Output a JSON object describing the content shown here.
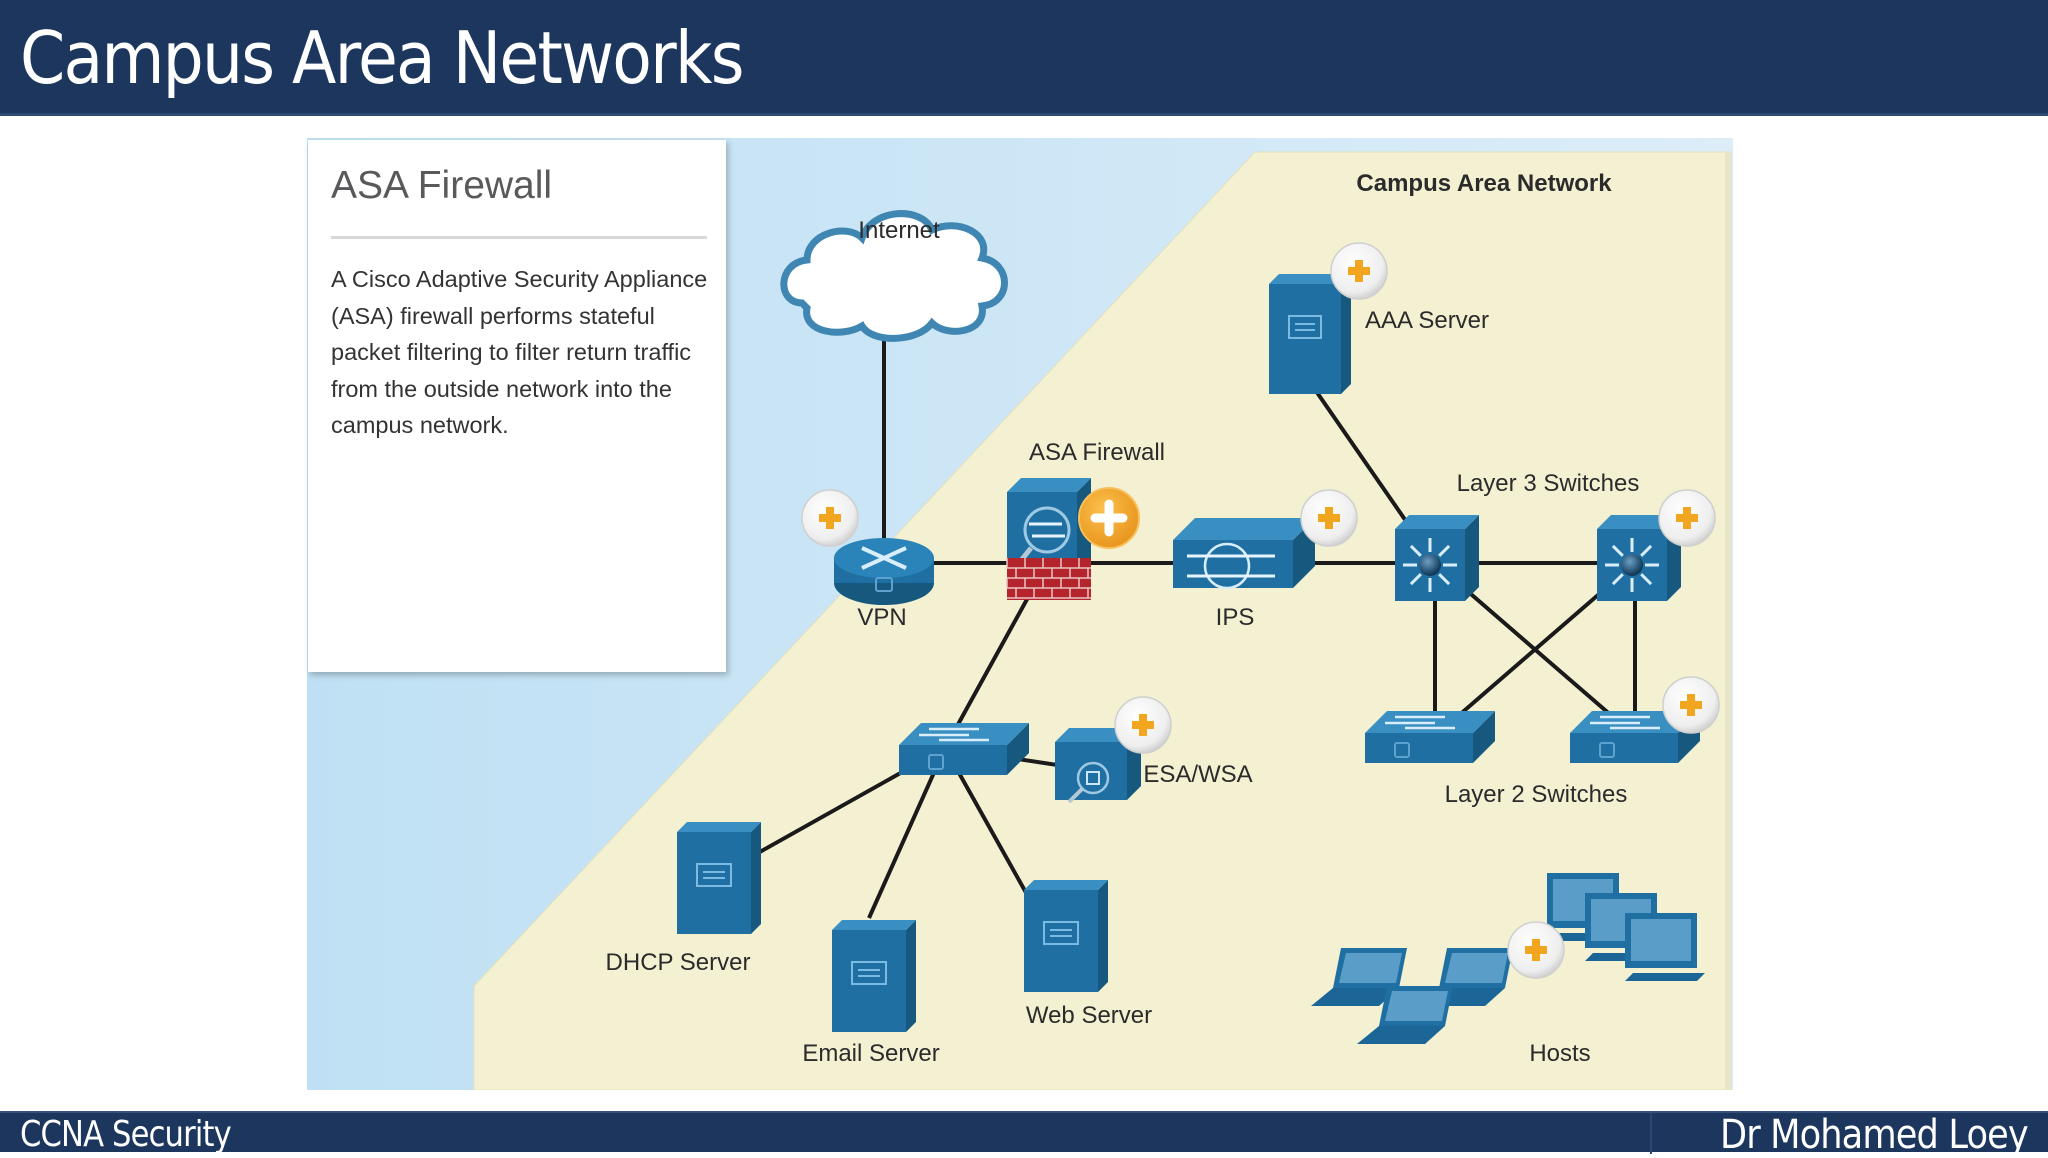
{
  "slide": {
    "title": "Campus Area Networks",
    "footer_left": "CCNA Security",
    "footer_right": "Dr Mohamed Loey"
  },
  "info_card": {
    "heading": "ASA Firewall",
    "body": "A Cisco Adaptive Security Appliance (ASA) firewall performs stateful packet filtering to filter return traffic from the outside network into the campus network."
  },
  "diagram": {
    "region_label": "Campus Area Network",
    "colors": {
      "outside": "#c6e3f6",
      "campus": "#f4f1d2",
      "device": "#1f6fa3",
      "link": "#1a1a1a",
      "plus_active": "#f5a623",
      "plus_icon": "#f2a51f",
      "firewall_brick": "#b3242c"
    },
    "nodes": [
      {
        "id": "internet",
        "label": "Internet",
        "type": "cloud",
        "plus": "none"
      },
      {
        "id": "vpn",
        "label": "VPN",
        "type": "router",
        "plus": "normal"
      },
      {
        "id": "asa",
        "label": "ASA Firewall",
        "type": "firewall",
        "plus": "active"
      },
      {
        "id": "ips",
        "label": "IPS",
        "type": "ips",
        "plus": "normal"
      },
      {
        "id": "aaa",
        "label": "AAA Server",
        "type": "server",
        "plus": "normal"
      },
      {
        "id": "l3a",
        "label": "",
        "type": "l3switch",
        "plus": "none"
      },
      {
        "id": "l3b",
        "label": "",
        "type": "l3switch",
        "plus": "normal"
      },
      {
        "id": "l2a",
        "label": "",
        "type": "l2switch",
        "plus": "none"
      },
      {
        "id": "l2b",
        "label": "",
        "type": "l2switch",
        "plus": "normal"
      },
      {
        "id": "dmzsw",
        "label": "",
        "type": "l2switch",
        "plus": "none"
      },
      {
        "id": "esa",
        "label": "ESA/WSA",
        "type": "esa",
        "plus": "normal"
      },
      {
        "id": "dhcp",
        "label": "DHCP Server",
        "type": "server",
        "plus": "none"
      },
      {
        "id": "email",
        "label": "Email Server",
        "type": "server",
        "plus": "none"
      },
      {
        "id": "web",
        "label": "Web Server",
        "type": "server",
        "plus": "none"
      },
      {
        "id": "hosts",
        "label": "Hosts",
        "type": "hosts",
        "plus": "normal"
      }
    ],
    "group_labels": {
      "layer3": "Layer 3 Switches",
      "layer2": "Layer 2 Switches"
    },
    "links": [
      [
        "internet",
        "vpn"
      ],
      [
        "vpn",
        "asa"
      ],
      [
        "asa",
        "ips"
      ],
      [
        "ips",
        "l3a"
      ],
      [
        "aaa",
        "l3a"
      ],
      [
        "l3a",
        "l3b"
      ],
      [
        "l3a",
        "l2a"
      ],
      [
        "l3a",
        "l2b"
      ],
      [
        "l3b",
        "l2a"
      ],
      [
        "l3b",
        "l2b"
      ],
      [
        "asa",
        "dmzsw"
      ],
      [
        "dmzsw",
        "esa"
      ],
      [
        "dmzsw",
        "dhcp"
      ],
      [
        "dmzsw",
        "email"
      ],
      [
        "dmzsw",
        "web"
      ]
    ]
  }
}
